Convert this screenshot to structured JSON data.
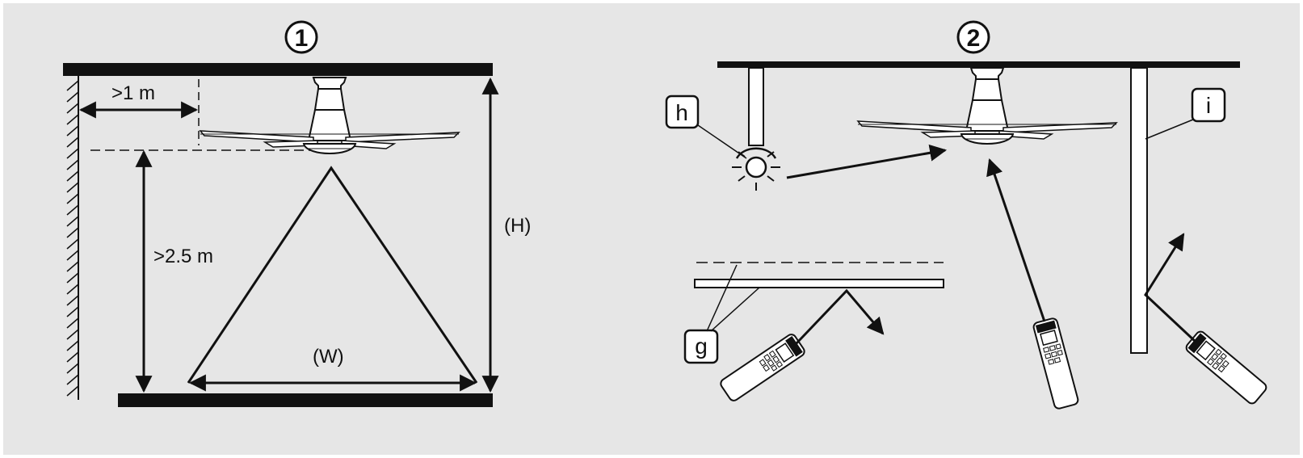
{
  "panels": [
    {
      "number": "1",
      "labels": {
        "side_clearance": ">1 m",
        "floor_height": ">2.5 m",
        "height": "(H)",
        "width": "(W)"
      }
    },
    {
      "number": "2",
      "labels": {
        "light": "h",
        "glass": "g",
        "obstacle": "i"
      }
    }
  ],
  "colors": {
    "background": "#e6e6e6",
    "line": "#111111",
    "fill": "#ffffff"
  }
}
